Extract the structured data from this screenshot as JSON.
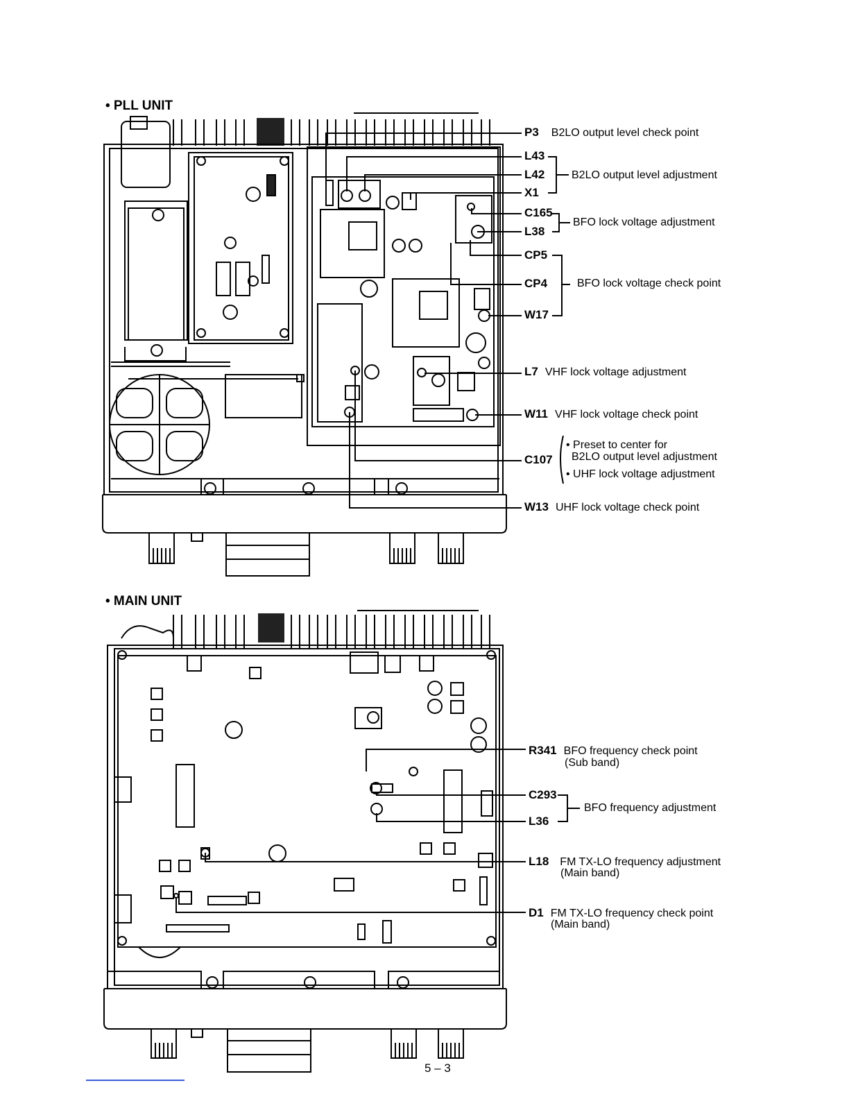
{
  "sections": {
    "pll": {
      "title": "• PLL UNIT"
    },
    "main": {
      "title": "• MAIN UNIT"
    }
  },
  "pll_callouts": [
    {
      "ref": "P3",
      "desc": "B2LO output level check point"
    },
    {
      "ref": "L43",
      "desc": ""
    },
    {
      "ref": "L42",
      "desc": "B2LO output level adjustment"
    },
    {
      "ref": "X1",
      "desc": ""
    },
    {
      "ref": "C165",
      "desc": "BFO lock voltage adjustment"
    },
    {
      "ref": "L38",
      "desc": ""
    },
    {
      "ref": "CP5",
      "desc": ""
    },
    {
      "ref": "CP4",
      "desc": "BFO lock voltage check point"
    },
    {
      "ref": "W17",
      "desc": ""
    },
    {
      "ref": "L7",
      "desc": "VHF lock voltage adjustment"
    },
    {
      "ref": "W11",
      "desc": "VHF lock voltage check point"
    },
    {
      "ref": "C107",
      "desc": ""
    },
    {
      "ref": "W13",
      "desc": "UHF lock voltage check point"
    }
  ],
  "c107_notes": [
    "• Preset to center for",
    "B2LO output level adjustment",
    "• UHF lock voltage adjustment"
  ],
  "main_callouts": [
    {
      "ref": "R341",
      "desc": "BFO frequency check point",
      "sub": "(Sub band)"
    },
    {
      "ref": "C293",
      "desc": "",
      "sub": ""
    },
    {
      "ref": "L36",
      "desc": "",
      "sub": ""
    },
    {
      "ref": "",
      "desc": "BFO frequency adjustment",
      "sub": ""
    },
    {
      "ref": "L18",
      "desc": "FM TX-LO frequency adjustment",
      "sub": "(Main band)"
    },
    {
      "ref": "D1",
      "desc": "FM TX-LO frequency check point",
      "sub": "(Main band)"
    }
  ],
  "page_number": "5 – 3"
}
